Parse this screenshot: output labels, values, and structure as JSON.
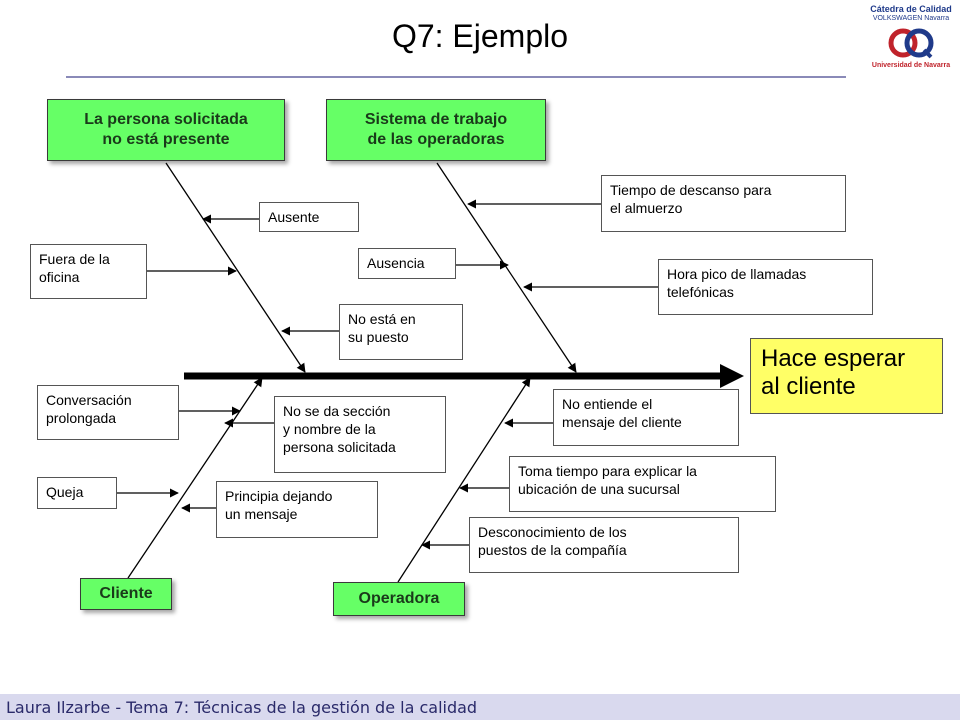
{
  "title": "Q7: Ejemplo",
  "logo": {
    "line1": "Cátedra de Calidad",
    "line2": "VOLKSWAGEN Navarra",
    "line3": "Universidad de Navarra",
    "icon": "university-logo-icon",
    "colors": {
      "blue": "#1f3a8a",
      "red": "#c0232b"
    }
  },
  "effect": {
    "line1": "Hace esperar",
    "line2": "al cliente",
    "color": "#ffff66"
  },
  "categories": {
    "persona": {
      "line1": "La persona solicitada",
      "line2": "no está presente"
    },
    "sistema": {
      "line1": "Sistema de trabajo",
      "line2": "de las operadoras"
    },
    "cliente": {
      "label": "Cliente"
    },
    "operadora": {
      "label": "Operadora"
    },
    "color": "#66ff66"
  },
  "causes": {
    "ausente": {
      "line1": "Ausente"
    },
    "fuera": {
      "line1": "Fuera de la",
      "line2": "oficina"
    },
    "no_esta": {
      "line1": "No está en",
      "line2": "su puesto"
    },
    "ausencia": {
      "line1": "Ausencia"
    },
    "tiempo_descanso": {
      "line1": "Tiempo de descanso para",
      "line2": "el almuerzo"
    },
    "hora_pico": {
      "line1": "Hora pico de llamadas",
      "line2": "telefónicas"
    },
    "conversacion": {
      "line1": "Conversación",
      "line2": "prolongada"
    },
    "no_se_da": {
      "line1": "No se da sección",
      "line2": "y nombre de la",
      "line3": "persona solicitada"
    },
    "queja": {
      "line1": "Queja"
    },
    "principia": {
      "line1": "Principia dejando",
      "line2": "un mensaje"
    },
    "no_entiende": {
      "line1": "No entiende el",
      "line2": "mensaje del cliente"
    },
    "toma_tiempo": {
      "line1": "Toma tiempo para explicar la",
      "line2": "ubicación de una sucursal"
    },
    "desconocimiento": {
      "line1": "Desconocimiento de los",
      "line2": "puestos de la compañía"
    }
  },
  "footer": {
    "text": "Laura Ilzarbe - Tema 7: Técnicas de la gestión de la calidad"
  }
}
